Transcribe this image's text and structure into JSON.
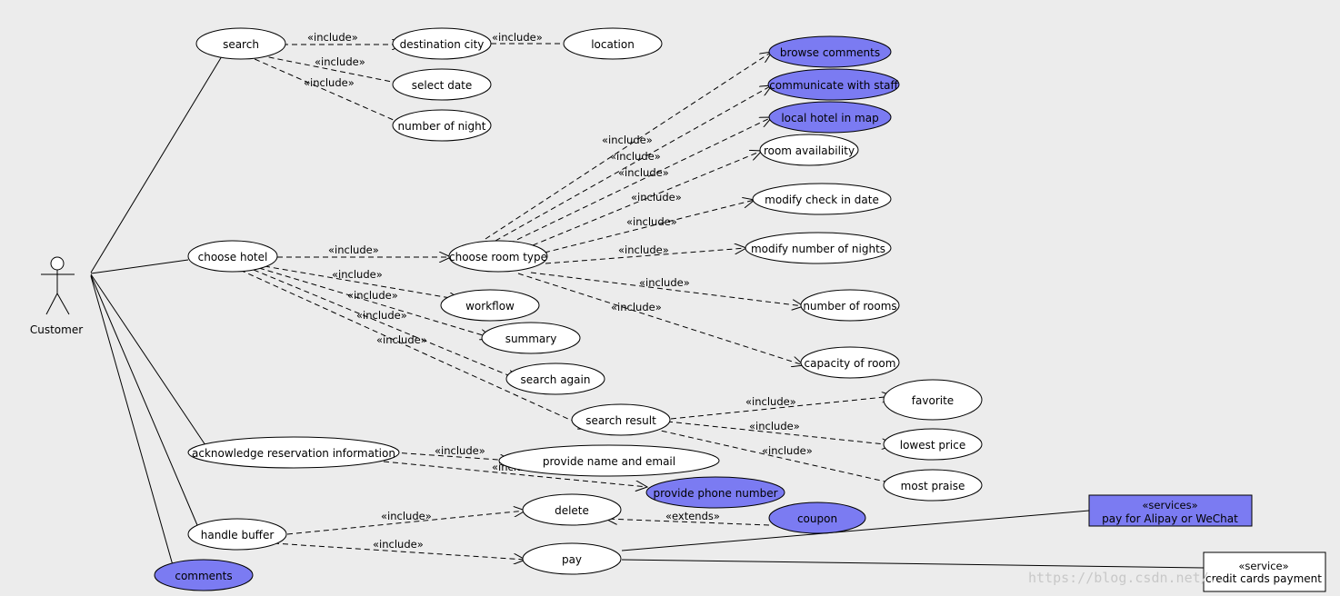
{
  "actor": {
    "label": "Customer"
  },
  "colors": {
    "highlight": "#7b7bf2",
    "plain": "#ffffff",
    "background": "#ececec"
  },
  "use_cases": {
    "search": "search",
    "destination_city": "destination city",
    "location": "location",
    "select_date": "select date",
    "number_of_night": "number of night",
    "browse_comments": "browse comments",
    "communicate_with_staff": "communicate with staff",
    "local_hotel_in_map": "local hotel in map",
    "room_availability": "room availability",
    "modify_check_in_date": "modify check in date",
    "modify_number_of_nights": "modify number of nights",
    "number_of_rooms": "number of rooms",
    "capacity_of_room": "capacity of room",
    "choose_hotel": "choose hotel",
    "choose_room_type": "choose room type",
    "workflow": "workflow",
    "summary": "summary",
    "search_again": "search again",
    "search_result": "search result",
    "favorite": "favorite",
    "lowest_price": "lowest price",
    "most_praise": "most praise",
    "acknowledge_reservation_information": "acknowledge reservation information",
    "provide_name_and_email": "provide name and email",
    "provide_phone_number": "provide phone number",
    "handle_buffer": "handle buffer",
    "delete": "delete",
    "coupon": "coupon",
    "pay": "pay",
    "comments": "comments"
  },
  "services": {
    "alipay": {
      "stereotype": "«services»",
      "label": "pay for Alipay or WeChat"
    },
    "credit": {
      "stereotype": "«service»",
      "label": "credit cards payment"
    }
  },
  "relations": {
    "include": "«include»",
    "extends": "«extends»"
  },
  "watermark": "https://blog.csdn.net/..."
}
